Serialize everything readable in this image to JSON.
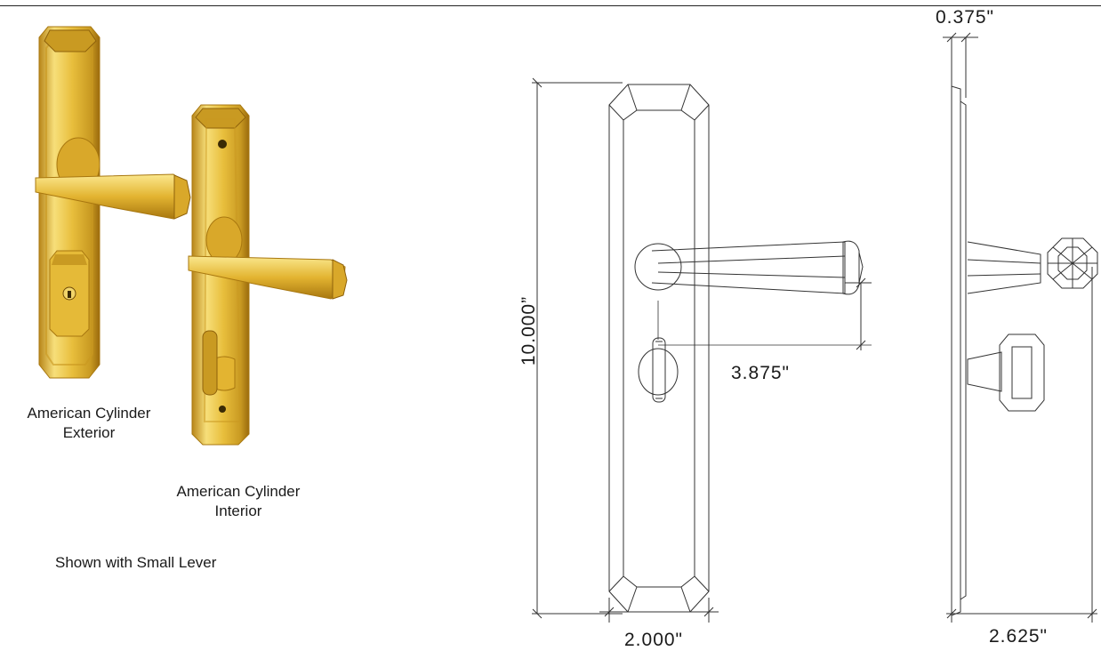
{
  "captions": {
    "exterior_line1": "American Cylinder",
    "exterior_line2": "Exterior",
    "interior_line1": "American Cylinder",
    "interior_line2": "Interior",
    "note": "Shown with Small Lever"
  },
  "dimensions": {
    "height": "10.000”",
    "width": "2.000\"",
    "projection": "3.875\"",
    "thickness": "0.375\"",
    "depth": "2.625\""
  },
  "colors": {
    "brass_light": "#f7df7a",
    "brass_mid": "#e0b22e",
    "brass_dark": "#a9780f",
    "line": "#333333"
  }
}
